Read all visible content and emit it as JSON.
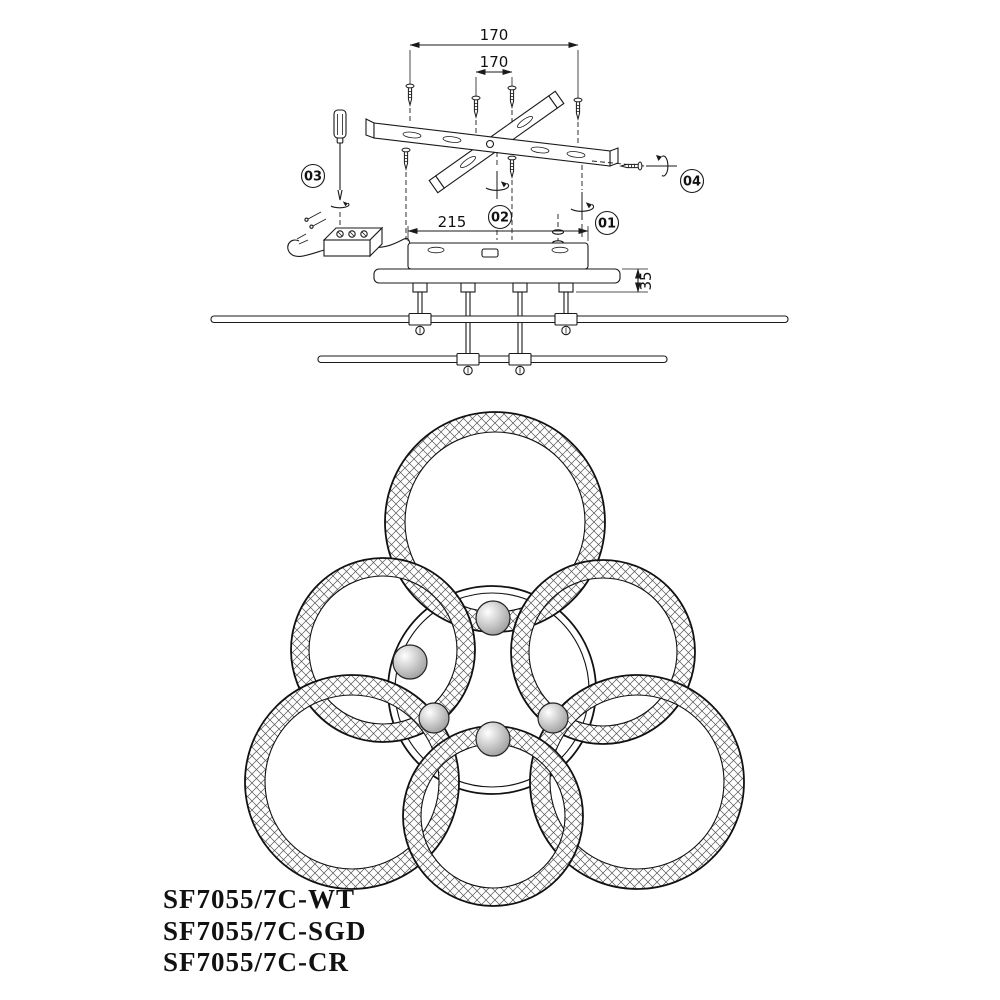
{
  "title": "ceiling-lamp installation diagram",
  "colors": {
    "ink": "#1a1a1a",
    "background": "#ffffff",
    "hatch": "#555555"
  },
  "dimensions": {
    "bracket_span": "170",
    "bracket_inner_span": "170",
    "canopy_width": "215",
    "canopy_height": "35"
  },
  "steps": [
    {
      "id": "01"
    },
    {
      "id": "02"
    },
    {
      "id": "03"
    },
    {
      "id": "04"
    }
  ],
  "models": [
    {
      "code": "SF7055/7C-WT"
    },
    {
      "code": "SF7055/7C-SGD"
    },
    {
      "code": "SF7055/7C-CR"
    }
  ],
  "icons": {
    "screw": "screw-icon",
    "screwdriver": "screwdriver-icon",
    "rotation_arrow": "rotation-arrow-icon",
    "terminal_block": "terminal-block-icon",
    "mounting_bracket": "mounting-cross-bracket",
    "connector_ball": "connector-ball"
  }
}
